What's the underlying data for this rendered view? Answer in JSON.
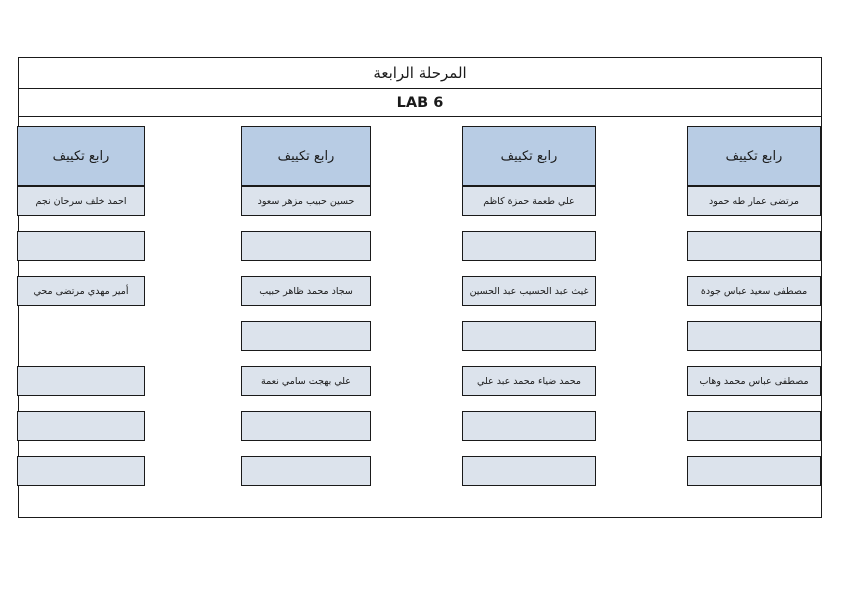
{
  "document": {
    "title": "المرحلة الرابعة",
    "lab": "LAB 6"
  },
  "colors": {
    "header_fill": "#b8cce4",
    "cell_fill": "#dce3ec",
    "border": "#1a1a1a",
    "page_background": "#ffffff"
  },
  "columns": [
    {
      "header": "رابع تكييف",
      "cells": [
        {
          "name": "مرتضى عمار طه حمود",
          "visible": true
        },
        {
          "name": "",
          "visible": true
        },
        {
          "name": "مصطفى سعيد عباس جودة",
          "visible": true
        },
        {
          "name": "",
          "visible": true
        },
        {
          "name": "مصطفى عباس محمد وهاب",
          "visible": true
        },
        {
          "name": "",
          "visible": true
        },
        {
          "name": "",
          "visible": true
        }
      ]
    },
    {
      "header": "رابع تكييف",
      "cells": [
        {
          "name": "علي طعمة حمزة كاظم",
          "visible": true
        },
        {
          "name": "",
          "visible": true
        },
        {
          "name": "غيث عبد الحسيب عبد الحسين",
          "visible": true
        },
        {
          "name": "",
          "visible": true
        },
        {
          "name": "محمد ضياء محمد عبد علي",
          "visible": true
        },
        {
          "name": "",
          "visible": true
        },
        {
          "name": "",
          "visible": true
        }
      ]
    },
    {
      "header": "رابع تكييف",
      "cells": [
        {
          "name": "حسين حبيب مزهر سعود",
          "visible": true
        },
        {
          "name": "",
          "visible": true
        },
        {
          "name": "سجاد محمد ظاهر حبيب",
          "visible": true
        },
        {
          "name": "",
          "visible": true
        },
        {
          "name": "علي بهجت سامي نعمة",
          "visible": true
        },
        {
          "name": "",
          "visible": true
        },
        {
          "name": "",
          "visible": true
        }
      ]
    },
    {
      "header": "رابع تكييف",
      "cells": [
        {
          "name": "احمد خلف سرحان نجم",
          "visible": true
        },
        {
          "name": "",
          "visible": true
        },
        {
          "name": "أمير مهدي مرتضى محي",
          "visible": true
        },
        {
          "name": "",
          "visible": false
        },
        {
          "name": "",
          "visible": true
        },
        {
          "name": "",
          "visible": true
        },
        {
          "name": "",
          "visible": true
        }
      ]
    }
  ]
}
